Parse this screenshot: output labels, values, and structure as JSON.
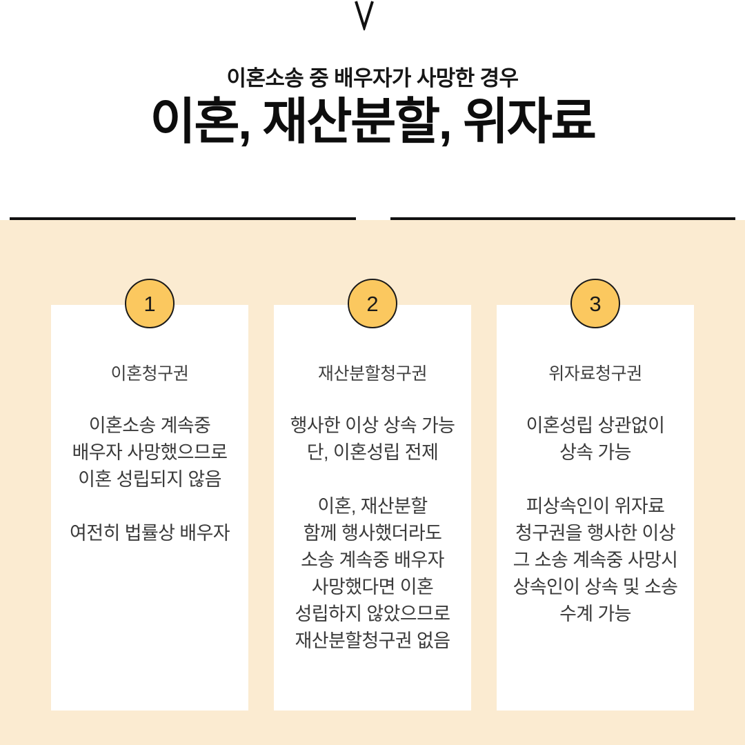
{
  "header": {
    "subtitle": "이혼소송 중 배우자가 사망한 경우",
    "title": "이혼, 재산분할, 위자료"
  },
  "colors": {
    "page_background": "#ffffff",
    "body_background": "#fbebd1",
    "card_background": "#ffffff",
    "badge_fill": "#fbc85f",
    "badge_border": "#1a1a1a",
    "divider": "#111111",
    "heading_text": "#3f3f3f",
    "body_text": "#3a3a3a",
    "title_text": "#0d0d0d"
  },
  "cards": [
    {
      "number": "1",
      "heading": "이혼청구권",
      "paragraphs": [
        [
          "이혼소송 계속중",
          "배우자 사망했으므로",
          "이혼 성립되지 않음"
        ],
        [
          "여전히 법률상 배우자"
        ]
      ]
    },
    {
      "number": "2",
      "heading": "재산분할청구권",
      "paragraphs": [
        [
          "행사한 이상 상속 가능",
          "단, 이혼성립 전제"
        ],
        [
          "이혼, 재산분할",
          "함께 행사했더라도",
          "소송 계속중 배우자",
          "사망했다면 이혼",
          "성립하지 않았으므로",
          "재산분할청구권 없음"
        ]
      ]
    },
    {
      "number": "3",
      "heading": "위자료청구권",
      "paragraphs": [
        [
          "이혼성립 상관없이",
          "상속 가능"
        ],
        [
          "피상속인이 위자료",
          "청구권을 행사한 이상",
          "그 소송 계속중 사망시",
          "상속인이 상속 및 소송",
          "수계 가능"
        ]
      ]
    }
  ]
}
